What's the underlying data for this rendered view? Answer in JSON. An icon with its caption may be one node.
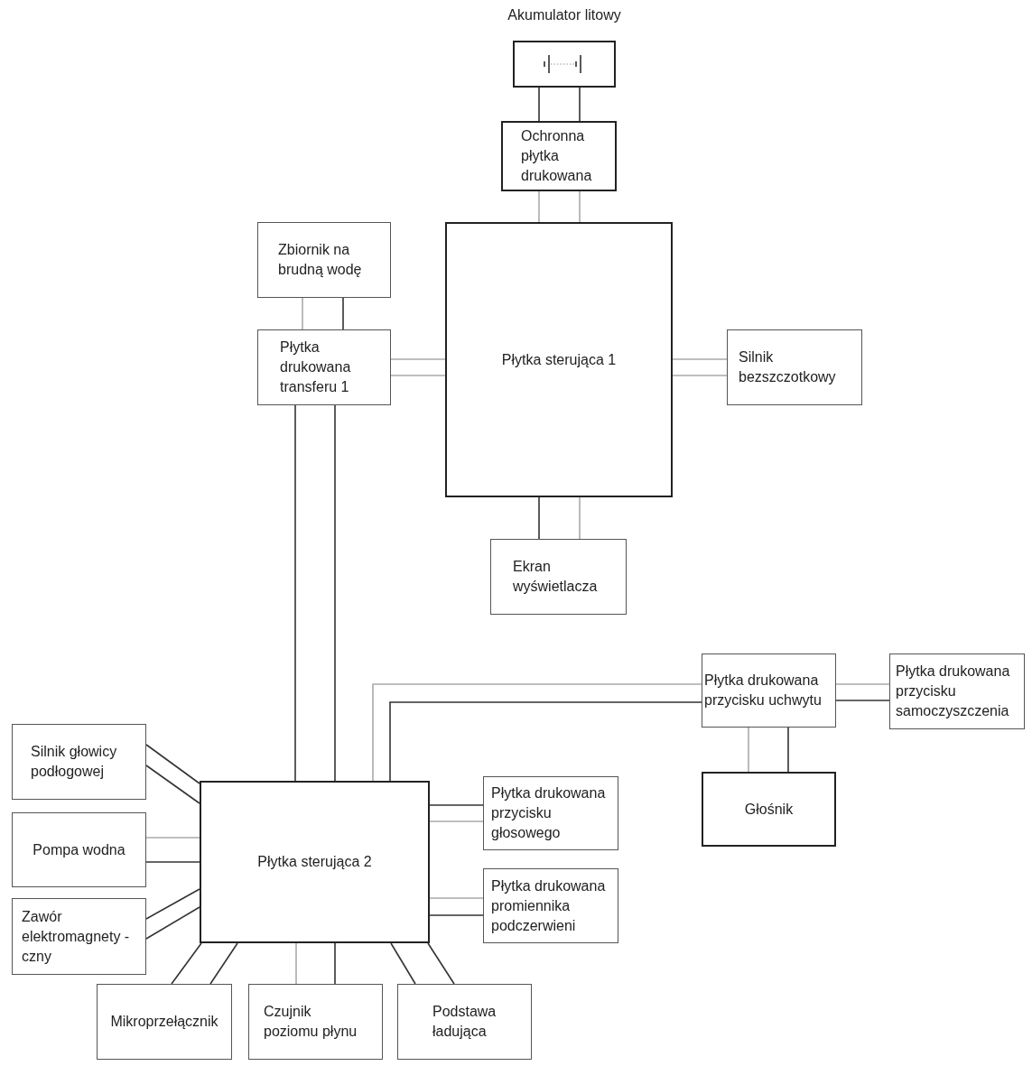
{
  "diagram": {
    "nodes": [
      {
        "text": [
          "Akumulator litowy"
        ]
      },
      {
        "text": [
          "Ochronna płytka drukowana"
        ]
      },
      {
        "text": [
          "Zbiornik na brudną wodę"
        ]
      },
      {
        "text": [
          "Płytka drukowana transferu 1"
        ]
      },
      {
        "text": [
          "Płytka sterująca 1"
        ]
      },
      {
        "text": [
          "Silnik bezszczotkowy"
        ]
      },
      {
        "text": [
          "Ekran wyświetlacza"
        ]
      },
      {
        "text": [
          "Płytka drukowana przycisku uchwytu"
        ]
      },
      {
        "text": [
          "Płytka drukowana przycisku samoczyszczenia"
        ]
      },
      {
        "text": [
          "Silnik głowicy podłogowej"
        ]
      },
      {
        "text": [
          "Głośnik"
        ]
      },
      {
        "text": [
          "Płytka sterująca 2"
        ]
      },
      {
        "text": [
          "Płytka drukowana przycisku głosowego"
        ]
      },
      {
        "text": [
          "Pompa wodna"
        ]
      },
      {
        "text": [
          "Płytka drukowana promiennika podczerwieni"
        ]
      },
      {
        "text": [
          "Zawór elektromagnety -czny"
        ]
      },
      {
        "text": [
          "Mikroprzełącznik"
        ]
      },
      {
        "text": [
          "Czujnik poziomu płynu"
        ]
      },
      {
        "text": [
          "Podstawa ładująca"
        ]
      }
    ],
    "edges": [
      {
        "from": 0,
        "to": 1,
        "arrow": "none"
      },
      {
        "from": 0,
        "to": 1,
        "arrow": "none"
      },
      {
        "from": 1,
        "to": 4,
        "arrow": "none",
        "color": "#aaaaaa"
      },
      {
        "from": 1,
        "to": 4,
        "arrow": "none",
        "color": "#aaaaaa"
      },
      {
        "from": 2,
        "to": 3,
        "arrow": "none",
        "color": "#aaaaaa"
      },
      {
        "from": 2,
        "to": 3,
        "arrow": "none"
      },
      {
        "from": 3,
        "to": 4,
        "arrow": "none",
        "color": "#aaaaaa"
      },
      {
        "from": 3,
        "to": 4,
        "arrow": "none",
        "color": "#aaaaaa"
      },
      {
        "from": 4,
        "to": 5,
        "arrow": "none",
        "color": "#aaaaaa"
      },
      {
        "from": 4,
        "to": 5,
        "arrow": "none",
        "color": "#aaaaaa"
      },
      {
        "from": 4,
        "to": 6,
        "arrow": "none"
      },
      {
        "from": 4,
        "to": 6,
        "arrow": "none",
        "color": "#aaaaaa"
      },
      {
        "from": 3,
        "to": 11,
        "arrow": "none"
      },
      {
        "from": 3,
        "to": 11,
        "arrow": "none"
      },
      {
        "from": 11,
        "to": 7,
        "arrow": "none",
        "color": "#aaaaaa"
      },
      {
        "from": 11,
        "to": 7,
        "arrow": "none"
      },
      {
        "from": 7,
        "to": 8,
        "arrow": "none",
        "color": "#aaaaaa"
      },
      {
        "from": 7,
        "to": 8,
        "arrow": "none"
      },
      {
        "from": 7,
        "to": 10,
        "arrow": "none",
        "color": "#aaaaaa"
      },
      {
        "from": 7,
        "to": 10,
        "arrow": "none"
      },
      {
        "from": 9,
        "to": 11,
        "arrow": "none"
      },
      {
        "from": 9,
        "to": 11,
        "arrow": "none"
      },
      {
        "from": 11,
        "to": 12,
        "arrow": "none"
      },
      {
        "from": 11,
        "to": 12,
        "arrow": "none",
        "color": "#aaaaaa"
      },
      {
        "from": 13,
        "to": 11,
        "arrow": "none",
        "color": "#aaaaaa"
      },
      {
        "from": 13,
        "to": 11,
        "arrow": "none"
      },
      {
        "from": 11,
        "to": 14,
        "arrow": "none",
        "color": "#aaaaaa"
      },
      {
        "from": 11,
        "to": 14,
        "arrow": "none"
      },
      {
        "from": 15,
        "to": 11,
        "arrow": "none"
      },
      {
        "from": 15,
        "to": 11,
        "arrow": "none"
      },
      {
        "from": 16,
        "to": 11,
        "arrow": "none"
      },
      {
        "from": 16,
        "to": 11,
        "arrow": "none"
      },
      {
        "from": 17,
        "to": 11,
        "arrow": "none",
        "color": "#aaaaaa"
      },
      {
        "from": 17,
        "to": 11,
        "arrow": "none"
      },
      {
        "from": 18,
        "to": 11,
        "arrow": "none"
      },
      {
        "from": 18,
        "to": 11,
        "arrow": "none"
      }
    ]
  }
}
